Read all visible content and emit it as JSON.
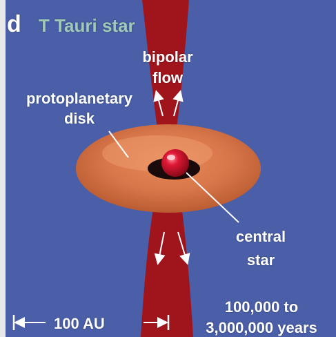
{
  "figure": {
    "panel_letter": "d",
    "title": "T Tauri star",
    "labels": {
      "bipolar_flow": [
        "bipolar",
        "flow"
      ],
      "disk": [
        "protoplanetary",
        "disk"
      ],
      "star": [
        "central",
        "star"
      ],
      "time": [
        "100,000 to",
        "3,000,000 years"
      ],
      "scale": "100 AU"
    }
  },
  "colors": {
    "background": "#4a5fa8",
    "jet": "#a0141c",
    "disk": "#d8774a",
    "star": "#c8102e",
    "title": "#9fc9b8",
    "text": "#ffffff"
  }
}
